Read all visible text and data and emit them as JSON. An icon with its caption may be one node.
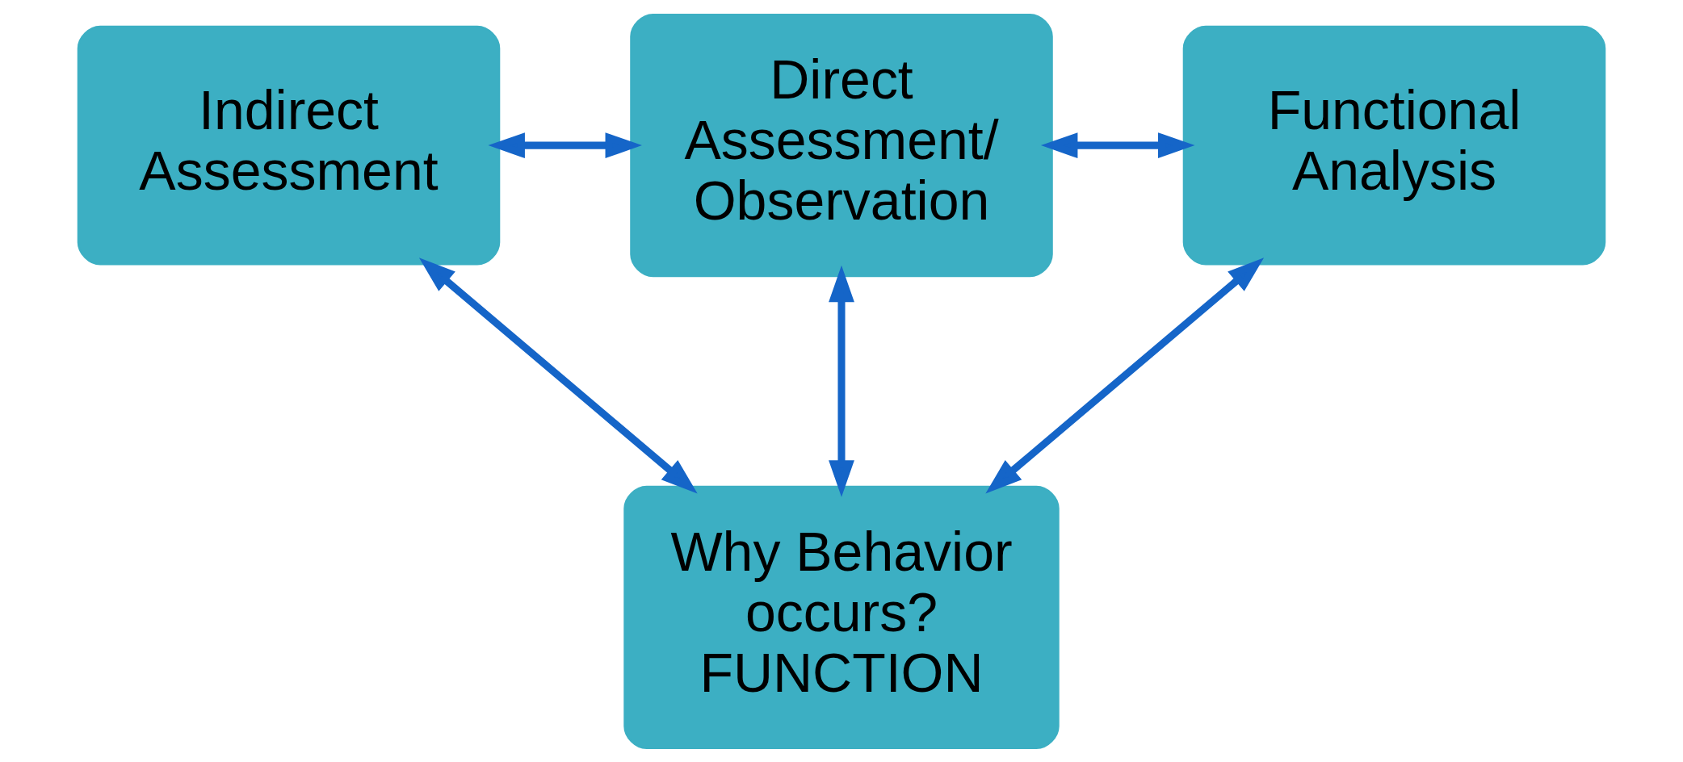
{
  "diagram": {
    "nodes": [
      {
        "text": [
          "Indirect Assessment"
        ]
      },
      {
        "text": [
          "Direct Assessment/ Observation"
        ]
      },
      {
        "text": [
          "Functional Analysis"
        ]
      },
      {
        "text": [
          "Why Behavior occurs? FUNCTION"
        ]
      }
    ],
    "edges": [
      {
        "from": 0,
        "to": 1,
        "arrow": "both"
      },
      {
        "from": 1,
        "to": 2,
        "arrow": "both"
      },
      {
        "from": 0,
        "to": 3,
        "arrow": "both"
      },
      {
        "from": 1,
        "to": 3,
        "arrow": "both"
      },
      {
        "from": 2,
        "to": 3,
        "arrow": "both"
      }
    ]
  }
}
